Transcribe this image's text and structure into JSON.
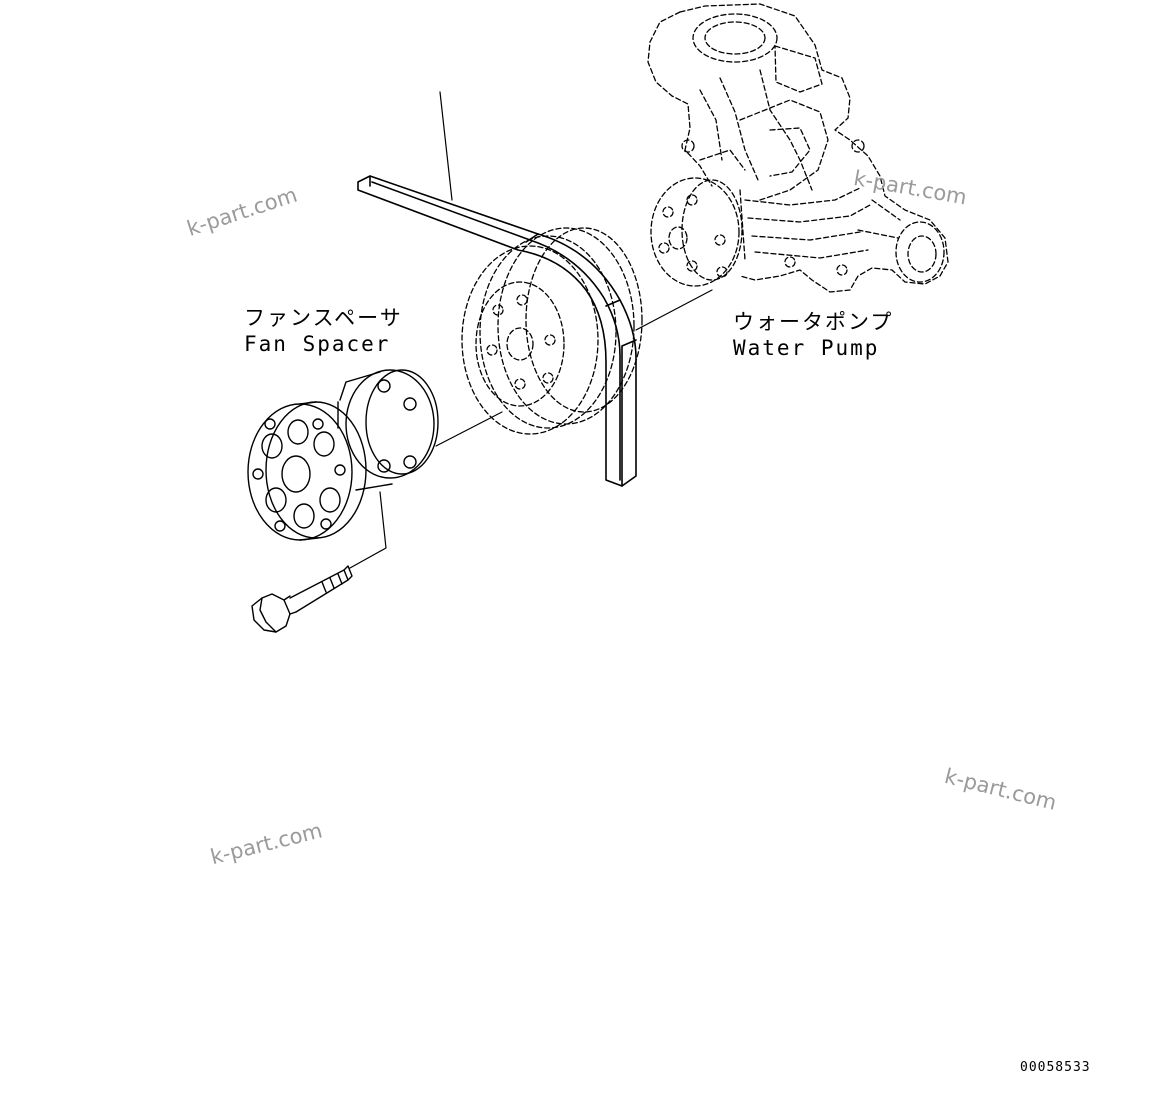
{
  "labels": {
    "fan_spacer_jp": "ファンスペーサ",
    "fan_spacer_en": "Fan Spacer",
    "water_pump_jp": "ウォータポンプ",
    "water_pump_en": "Water Pump"
  },
  "watermark": "k-part.com",
  "drawing_number": "00058533"
}
